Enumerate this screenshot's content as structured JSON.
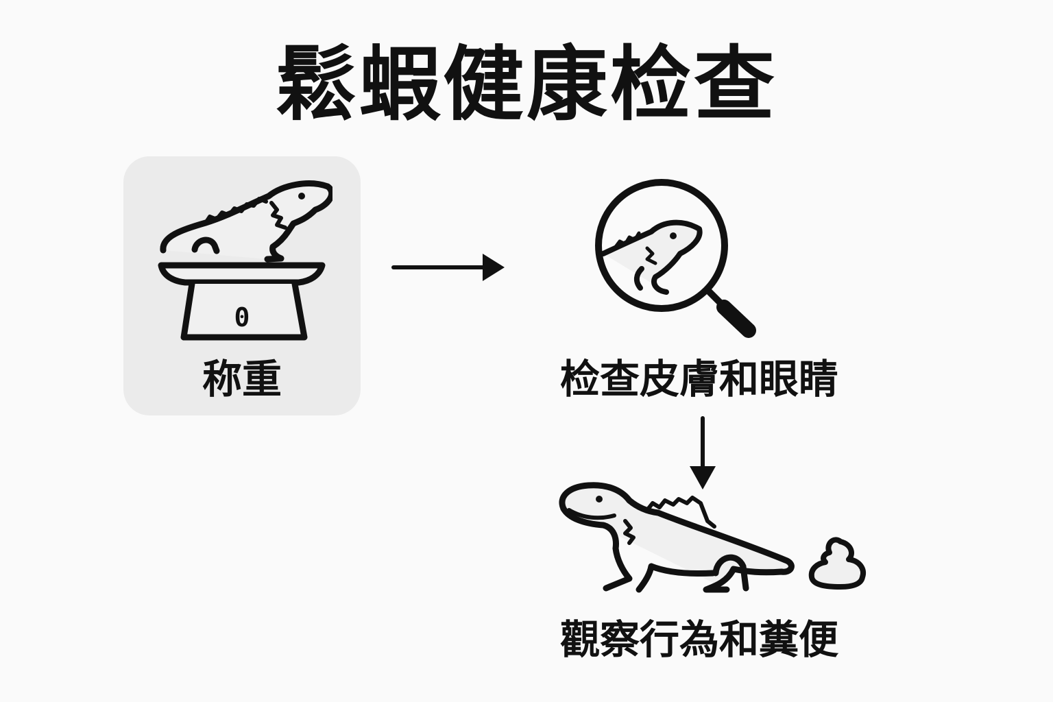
{
  "title": "鬆蝦健康检查",
  "steps": [
    {
      "id": "weigh",
      "label": "称重",
      "icon": "lizard-on-scale-icon"
    },
    {
      "id": "inspect",
      "label": "检查皮膚和眼睛",
      "icon": "magnifier-lizard-icon"
    },
    {
      "id": "observe",
      "label": "觀察行為和糞便",
      "icon": "lizard-with-poop-icon"
    }
  ],
  "scale_display": "0",
  "colors": {
    "stroke": "#111111",
    "card_background": "#ebebeb",
    "page_background": "#fafafa",
    "fill_light": "#f0f0f0"
  }
}
